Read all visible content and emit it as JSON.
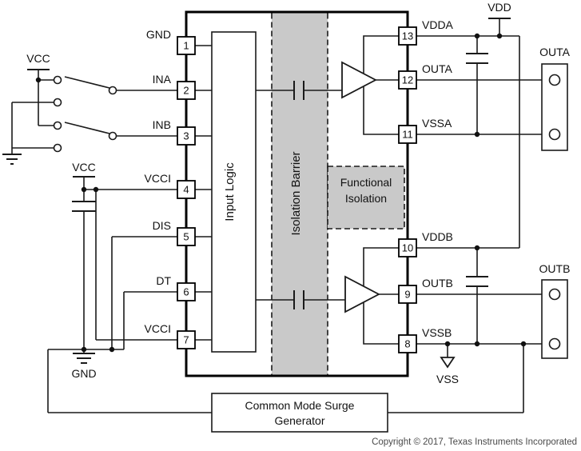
{
  "ic": {
    "left_pins": [
      {
        "num": "1",
        "label": "GND"
      },
      {
        "num": "2",
        "label": "INA"
      },
      {
        "num": "3",
        "label": "INB"
      },
      {
        "num": "4",
        "label": "VCCI"
      },
      {
        "num": "5",
        "label": "DIS"
      },
      {
        "num": "6",
        "label": "DT"
      },
      {
        "num": "7",
        "label": "VCCI"
      }
    ],
    "right_pins": [
      {
        "num": "13",
        "label": "VDDA"
      },
      {
        "num": "12",
        "label": "OUTA"
      },
      {
        "num": "11",
        "label": "VSSA"
      },
      {
        "num": "10",
        "label": "VDDB"
      },
      {
        "num": "9",
        "label": "OUTB"
      },
      {
        "num": "8",
        "label": "VSSB"
      }
    ],
    "blocks": {
      "input_logic": "Input Logic",
      "isolation_barrier": "Isolation Barrier",
      "functional_isolation_line1": "Functional",
      "functional_isolation_line2": "Isolation"
    }
  },
  "left_circuit": {
    "vcc_top_label": "VCC",
    "vcc_mid_label": "VCC",
    "gnd_label": "GND"
  },
  "right_circuit": {
    "vdd_label": "VDD",
    "vss_label": "VSS",
    "outa_label": "OUTA",
    "outb_label": "OUTB"
  },
  "surge_generator": {
    "line1": "Common Mode Surge",
    "line2": "Generator"
  },
  "footer": {
    "copyright": "Copyright © 2017, Texas Instruments Incorporated"
  },
  "colors": {
    "barrier_fill": "#c9c9c9",
    "functional_fill": "#c9c9c9",
    "wire": "#1a1a1a"
  }
}
